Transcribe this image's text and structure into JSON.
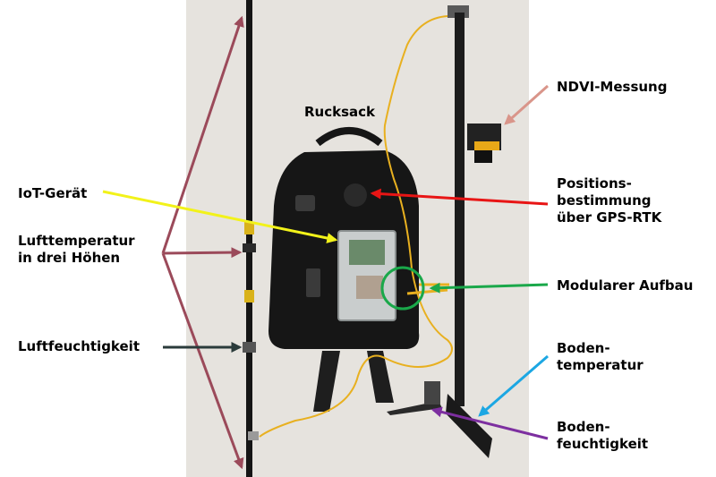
{
  "labels": {
    "rucksack": "Rucksack",
    "iot_geraet": "IoT-Gerät",
    "lufttemperatur": [
      "Lufttemperatur",
      "in drei Höhen"
    ],
    "luftfeuchtigkeit": "Luftfeuchtigkeit",
    "ndvi": "NDVI-Messung",
    "positionsbestimmung": [
      "Positions-",
      "bestimmung",
      "über GPS-RTK"
    ],
    "modularer_aufbau": "Modularer Aufbau",
    "bodentemperatur": [
      "Boden-",
      "temperatur"
    ],
    "bodenfeuchtigkeit": [
      "Boden-",
      "feuchtigkeit"
    ]
  },
  "colors": {
    "pole_arrows": "#9b4a5a",
    "iot_arrow": "#f2f21a",
    "luftfeucht_arrow": "#2b3b3b",
    "ndvi_arrow": "#d9958a",
    "gps_arrow": "#e81515",
    "modular_arrow": "#1aa84a",
    "bodentemp_arrow": "#1ca7e3",
    "bodenfeucht_arrow": "#7d2fa0",
    "cable": "#e8b020",
    "backpack": "#161616",
    "photo_bg": "#e6e3de"
  }
}
